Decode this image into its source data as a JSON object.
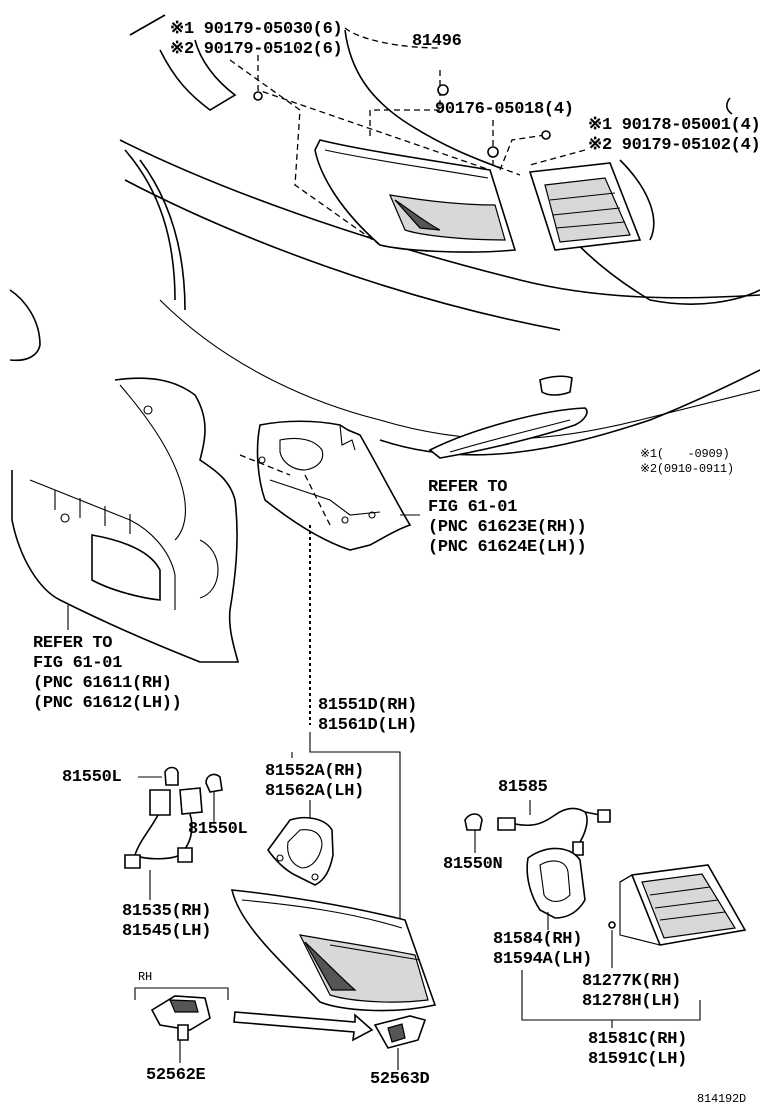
{
  "diagram": {
    "drawing_number": "814192D",
    "callouts": {
      "bolt_top_left": [
        "※1 90179-05030(6)",
        "※2 90179-05102(6)"
      ],
      "clip_top": "81496",
      "screw_center": "90176-05018(4)",
      "bolt_top_right": [
        "※1 90178-05001(4)",
        "※2 90179-05102(4)"
      ],
      "applicability": [
        "※1(　　-0909)",
        "※2(0910-0911)"
      ],
      "refer_right": [
        "REFER TO",
        "FIG 61-01",
        "(PNC 61623E(RH))",
        "(PNC 61624E(LH))"
      ],
      "refer_left": [
        "REFER TO",
        "FIG 61-01",
        "(PNC 61611(RH)",
        "(PNC 61612(LH))"
      ],
      "lamp_assy": [
        "81551D(RH)",
        "81561D(LH)"
      ],
      "gasket_outer": [
        "81552A(RH)",
        "81562A(LH)"
      ],
      "bulb_left": "81550L",
      "bulb_left_2": "81550L",
      "socket_wire_outer": [
        "81535(RH)",
        "81545(LH)"
      ],
      "wire_inner": "81585",
      "bulb_inner": "81550N",
      "gasket_inner": [
        "81584(RH)",
        "81594A(LH)"
      ],
      "nut_inner": [
        "81277K(RH)",
        "81278H(LH)"
      ],
      "lamp_inner": [
        "81581C(RH)",
        "81591C(LH)"
      ],
      "rh_tag": "RH",
      "bracket_1": "52562E",
      "bracket_2": "52563D"
    }
  }
}
